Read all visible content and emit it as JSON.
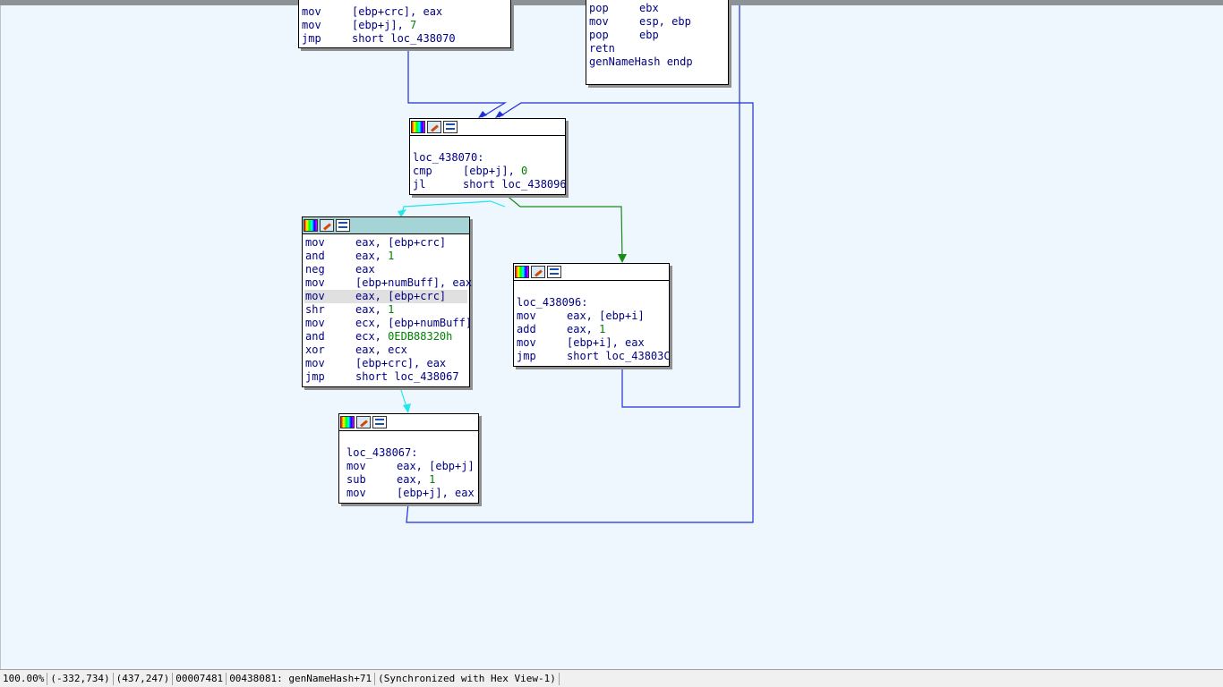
{
  "nodes": {
    "top_left": {
      "lines": [
        {
          "mn": "mov",
          "op": "[ebp+crc], eax"
        },
        {
          "mn": "mov",
          "op": "[ebp+j], 7"
        },
        {
          "mn": "jmp",
          "op": "short loc_438070"
        }
      ]
    },
    "top_right": {
      "lines": [
        {
          "mn": "pop",
          "op": "ebx"
        },
        {
          "mn": "mov",
          "op": "esp, ebp"
        },
        {
          "mn": "pop",
          "op": "ebp"
        },
        {
          "mn": "retn",
          "op": ""
        },
        {
          "full": "genNameHash endp"
        }
      ]
    },
    "loc_438070": {
      "label": "loc_438070:",
      "lines": [
        {
          "mn": "cmp",
          "op": "[ebp+j], 0"
        },
        {
          "mn": "jl",
          "op": "short loc_438096"
        }
      ]
    },
    "loop_body": {
      "lines": [
        {
          "mn": "mov",
          "op": "eax, [ebp+crc]"
        },
        {
          "mn": "and",
          "op": "eax, 1"
        },
        {
          "mn": "neg",
          "op": "eax"
        },
        {
          "mn": "mov",
          "op": "[ebp+numBuff], eax"
        },
        {
          "mn": "mov",
          "op": "eax, [ebp+crc]"
        },
        {
          "mn": "shr",
          "op": "eax, 1"
        },
        {
          "mn": "mov",
          "op": "ecx, [ebp+numBuff]"
        },
        {
          "mn": "and",
          "op": "ecx, 0EDB88320h"
        },
        {
          "mn": "xor",
          "op": "eax, ecx"
        },
        {
          "mn": "mov",
          "op": "[ebp+crc], eax"
        },
        {
          "mn": "jmp",
          "op": "short loc_438067"
        }
      ]
    },
    "loc_438096": {
      "label": "loc_438096:",
      "lines": [
        {
          "mn": "mov",
          "op": "eax, [ebp+i]"
        },
        {
          "mn": "add",
          "op": "eax, 1"
        },
        {
          "mn": "mov",
          "op": "[ebp+i], eax"
        },
        {
          "mn": "jmp",
          "op": "short loc_43803C"
        }
      ]
    },
    "loc_438067": {
      "label": "loc_438067:",
      "lines": [
        {
          "mn": "mov",
          "op": "eax, [ebp+j]"
        },
        {
          "mn": "sub",
          "op": "eax, 1"
        },
        {
          "mn": "mov",
          "op": "[ebp+j], eax"
        }
      ]
    }
  },
  "status": {
    "zoom": "100.00%",
    "graph_coords": "(-332,734)",
    "mouse_coords": "(437,247)",
    "file_offset": "00007481",
    "address": "00438081: genNameHash+71",
    "sync": "(Synchronized with Hex View-1)"
  },
  "colors": {
    "edge_blue": "#1f2fd6",
    "edge_green": "#1a8a1a",
    "edge_cyan": "#22e6ee",
    "number": "#008000",
    "text": "#000080",
    "active_header": "#a4d4d6"
  },
  "icons": {
    "color_picker": "color-palette-icon",
    "edit": "edit-node-icon",
    "graph": "graph-node-icon"
  }
}
